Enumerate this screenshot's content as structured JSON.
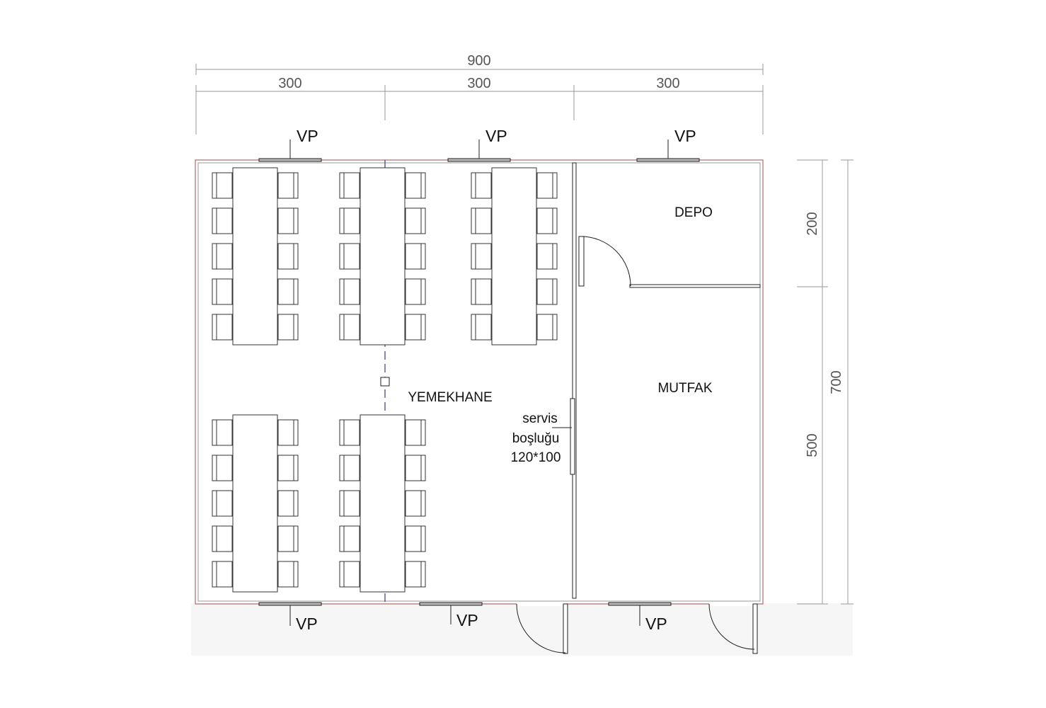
{
  "dimensions": {
    "overall_width": "900",
    "bay_widths": [
      "300",
      "300",
      "300"
    ],
    "depo_depth": "200",
    "mutfak_depth": "500",
    "overall_depth": "700"
  },
  "rooms": {
    "dining": "YEMEKHANE",
    "storage": "DEPO",
    "kitchen": "MUTFAK"
  },
  "service_opening": {
    "line1": "servis",
    "line2": "boşluğu",
    "line3": "120*100"
  },
  "window_tag": "VP",
  "colors": {
    "wall": "#222222",
    "outline_accent": "#b06a6a",
    "dim_line": "#888888",
    "axis": "#3a3a7a"
  }
}
